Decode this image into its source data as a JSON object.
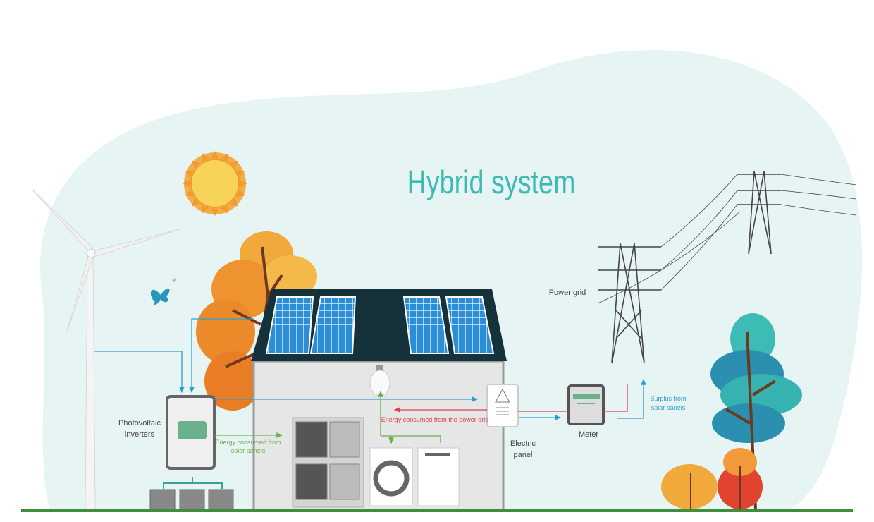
{
  "title": "Hybrid system",
  "labels": {
    "power_grid": "Power grid",
    "inverters_1": "Photovoltaic",
    "inverters_2": "inverters",
    "solar_consumed_1": "Energy consumed from",
    "solar_consumed_2": "solar panels",
    "grid_consumed": "Energy consumed from the power grid",
    "electric_panel_1": "Electric",
    "electric_panel_2": "panel",
    "meter": "Meter",
    "surplus_1": "Surplus from",
    "surplus_2": "solar panels"
  },
  "colors": {
    "title": "#3dbab3",
    "blob": "#e7f4f4",
    "solar_flow": "#6ab04c",
    "grid_flow": "#e0414f",
    "surplus_flow": "#2c9fd0",
    "roof": "#15313a",
    "panel": "#2b8fd8",
    "ground": "#3f8f3a"
  }
}
